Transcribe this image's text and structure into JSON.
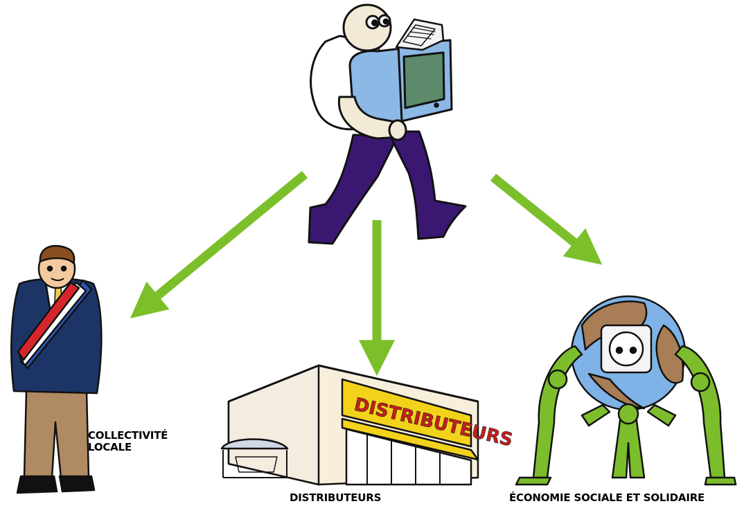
{
  "labels": {
    "collectivite_line1": "COLLECTIVITÉ",
    "collectivite_line2": "LOCALE",
    "distributeurs": "DISTRIBUTEURS",
    "ess": "ÉCONOMIE SOCIALE ET SOLIDAIRE"
  },
  "store_sign": "DISTRIBUTEURS",
  "colors": {
    "arrow": "#7bbf2a",
    "suit": "#1d3566",
    "trousers": "#b08a62",
    "jeans": "#3a1872",
    "monitor": "#8cb8e6",
    "store_sign_bg": "#f3d21b",
    "store_sign_text": "#c81e1e",
    "figures_green": "#7cbd2c",
    "globe_ocean": "#7fb2e6",
    "globe_land": "#a97d55"
  }
}
